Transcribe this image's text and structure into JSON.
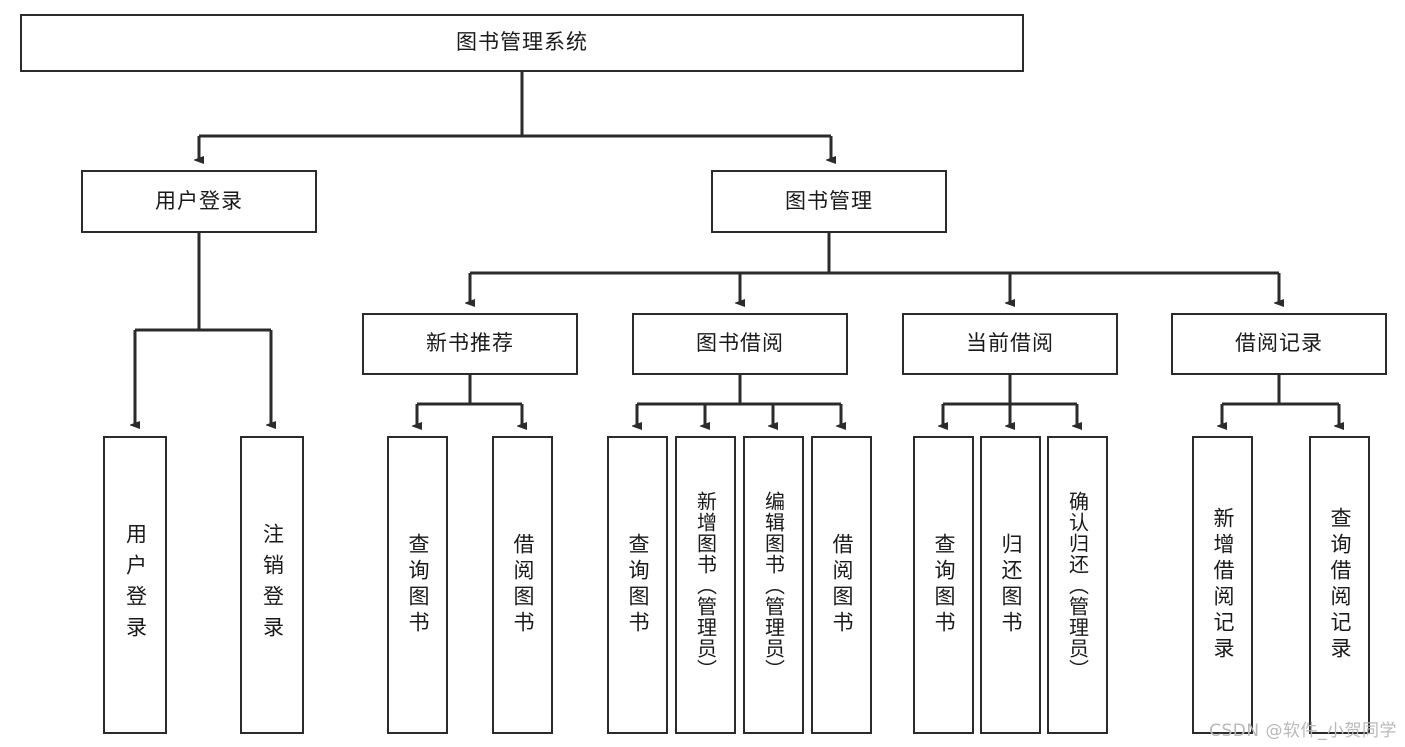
{
  "diagram": {
    "type": "tree-hierarchy",
    "title": "图书管理系统",
    "root": {
      "id": "root",
      "label": "图书管理系统"
    },
    "level2": [
      {
        "id": "user-login",
        "label": "用户登录"
      },
      {
        "id": "book-management",
        "label": "图书管理"
      }
    ],
    "level3": [
      {
        "id": "new-book-recommend",
        "label": "新书推荐",
        "parent": "book-management"
      },
      {
        "id": "book-borrow",
        "label": "图书借阅",
        "parent": "book-management"
      },
      {
        "id": "current-borrow",
        "label": "当前借阅",
        "parent": "book-management"
      },
      {
        "id": "borrow-record",
        "label": "借阅记录",
        "parent": "book-management"
      }
    ],
    "leaves": {
      "user_login": [
        {
          "id": "leaf-user-login",
          "label": "用户登录"
        },
        {
          "id": "leaf-logout-login",
          "label": "注销登录"
        }
      ],
      "new_book_recommend": [
        {
          "id": "leaf-query-book-1",
          "label": "查询图书"
        },
        {
          "id": "leaf-borrow-book-1",
          "label": "借阅图书"
        }
      ],
      "book_borrow": [
        {
          "id": "leaf-query-book-2",
          "label": "查询图书"
        },
        {
          "id": "leaf-add-book",
          "label": "新增图书（管理员）"
        },
        {
          "id": "leaf-edit-book",
          "label": "编辑图书（管理员）"
        },
        {
          "id": "leaf-borrow-book-2",
          "label": "借阅图书"
        }
      ],
      "current_borrow": [
        {
          "id": "leaf-query-book-3",
          "label": "查询图书"
        },
        {
          "id": "leaf-return-book",
          "label": "归还图书"
        },
        {
          "id": "leaf-confirm-return",
          "label": "确认归还（管理员）"
        }
      ],
      "borrow_record": [
        {
          "id": "leaf-add-record",
          "label": "新增借阅记录"
        },
        {
          "id": "leaf-query-record",
          "label": "查询借阅记录"
        }
      ]
    }
  },
  "watermark": {
    "text": "CSDN @软件_小贺同学"
  },
  "colors": {
    "stroke": "#2b2b2b",
    "fill": "#ffffff",
    "text": "#1a1a1a",
    "watermark": "#b9b9b9"
  }
}
